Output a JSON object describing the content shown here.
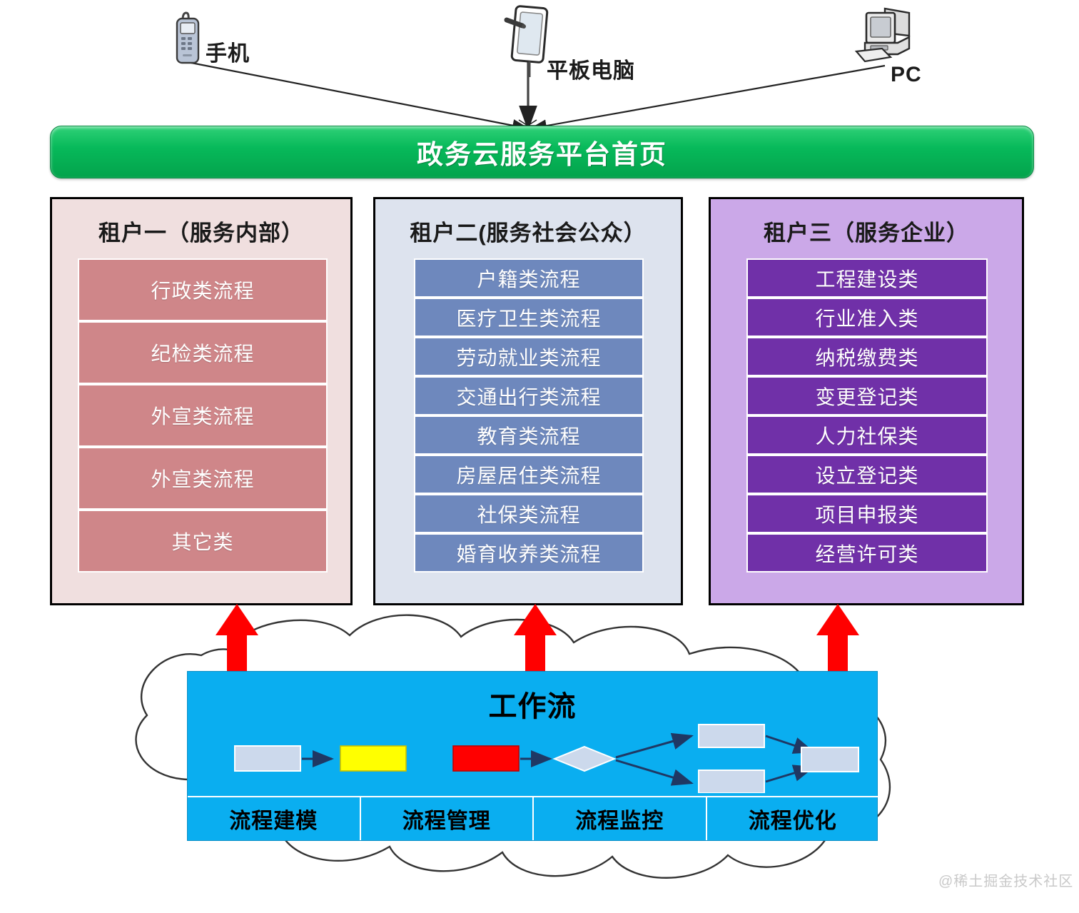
{
  "devices": [
    {
      "icon": "mobile-phone-icon",
      "label": "手机"
    },
    {
      "icon": "tablet-icon",
      "label": "平板电脑"
    },
    {
      "icon": "desktop-pc-icon",
      "label": "PC"
    }
  ],
  "banner": {
    "title": "政务云服务平台首页",
    "color": "#07b95a",
    "text_color": "#ffffff"
  },
  "tenants": [
    {
      "title": "租户一（服务内部）",
      "panel_color": "#f0dfdf",
      "item_color": "#cf8689",
      "items": [
        "行政类流程",
        "纪检类流程",
        "外宣类流程",
        "外宣类流程",
        "其它类"
      ]
    },
    {
      "title": "租户二(服务社会公众）",
      "panel_color": "#dde3ee",
      "item_color": "#6e88bd",
      "items": [
        "户籍类流程",
        "医疗卫生类流程",
        "劳动就业类流程",
        "交通出行类流程",
        "教育类流程",
        "房屋居住类流程",
        "社保类流程",
        "婚育收养类流程"
      ]
    },
    {
      "title": "租户三（服务企业）",
      "panel_color": "#cba8e8",
      "item_color": "#7030a8",
      "items": [
        "工程建设类",
        "行业准入类",
        "纳税缴费类",
        "变更登记类",
        "人力社保类",
        "设立登记类",
        "项目申报类",
        "经营许可类"
      ]
    }
  ],
  "workflow": {
    "title": "工作流",
    "box_color": "#0aaef0",
    "tabs": [
      "流程建模",
      "流程管理",
      "流程监控",
      "流程优化"
    ],
    "mini_flow": {
      "node_default_color": "#ccd9ec",
      "node_highlight_color": "#ffff00",
      "node_alert_color": "#ff0000",
      "connector_color": "#1f3864"
    }
  },
  "arrows": {
    "upward_arrow_color": "#ff0000",
    "count": 3
  },
  "cloud": {
    "fill": "#ffffff",
    "stroke": "#333333"
  },
  "watermark": {
    "text": "@稀土掘金技术社区",
    "color": "#c9c9c9"
  }
}
